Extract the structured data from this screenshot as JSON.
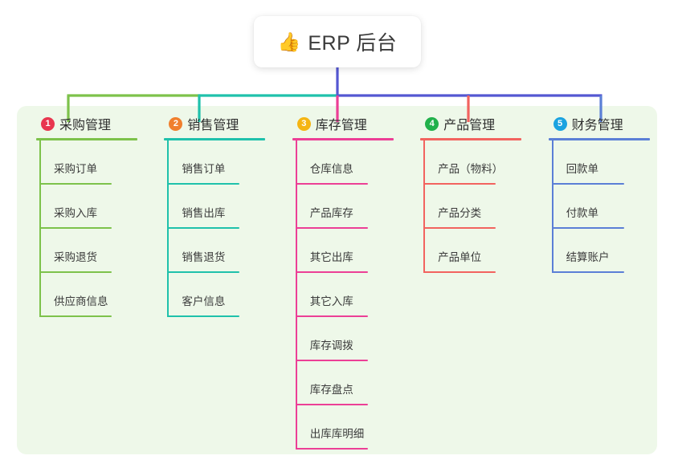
{
  "root": {
    "icon": "thumbs-up-icon",
    "icon_glyph": "👍",
    "title": "ERP 后台"
  },
  "theme": {
    "panel_bg": "#eef8e9",
    "page_bg": "#ffffff",
    "stem_color": "#5457d2",
    "text_color": "#333333"
  },
  "columns": [
    {
      "number": "1",
      "title": "采购管理",
      "badge_color": "#e8364f",
      "line_color": "#7dc24b",
      "connector_color": "#7dc24b",
      "items": [
        {
          "label": "采购订单"
        },
        {
          "label": "采购入库"
        },
        {
          "label": "采购退货"
        },
        {
          "label": "供应商信息"
        }
      ]
    },
    {
      "number": "2",
      "title": "销售管理",
      "badge_color": "#f07f2d",
      "line_color": "#1fc1ab",
      "connector_color": "#1fc1ab",
      "items": [
        {
          "label": "销售订单"
        },
        {
          "label": "销售出库"
        },
        {
          "label": "销售退货"
        },
        {
          "label": "客户信息"
        }
      ]
    },
    {
      "number": "3",
      "title": "库存管理",
      "badge_color": "#f5b513",
      "line_color": "#ec3f96",
      "connector_color": "#ec3f96",
      "items": [
        {
          "label": "仓库信息"
        },
        {
          "label": "产品库存"
        },
        {
          "label": "其它出库"
        },
        {
          "label": "其它入库"
        },
        {
          "label": "库存调拨"
        },
        {
          "label": "库存盘点"
        },
        {
          "label": "出库库明细"
        }
      ]
    },
    {
      "number": "4",
      "title": "产品管理",
      "badge_color": "#21b14b",
      "line_color": "#f2635f",
      "connector_color": "#f2635f",
      "items": [
        {
          "label": "产品（物料）"
        },
        {
          "label": "产品分类"
        },
        {
          "label": "产品单位"
        }
      ]
    },
    {
      "number": "5",
      "title": "财务管理",
      "badge_color": "#1aa3e0",
      "line_color": "#5b7fd6",
      "connector_color": "#5b7fd6",
      "items": [
        {
          "label": "回款单"
        },
        {
          "label": "付款单"
        },
        {
          "label": "结算账户"
        }
      ]
    }
  ]
}
